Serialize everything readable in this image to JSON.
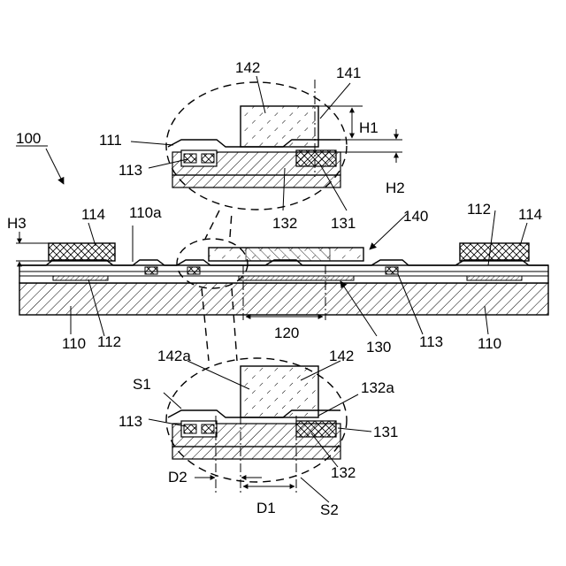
{
  "figure": {
    "reference_numeral": "100",
    "labels": {
      "l142_top": "142",
      "l141": "141",
      "lH1": "H1",
      "l111": "111",
      "l113_top": "113",
      "lH2": "H2",
      "l132_top": "132",
      "l131_top": "131",
      "lH3": "H3",
      "l114_left": "114",
      "l110a": "110a",
      "l140": "140",
      "l112_right": "112",
      "l114_right": "114",
      "l110_left": "110",
      "l112_left": "112",
      "l120": "120",
      "l130": "130",
      "l113_mid": "113",
      "l110_right": "110",
      "l142a": "142a",
      "l142_bottom": "142",
      "lS1": "S1",
      "l132a": "132a",
      "l113_bottom": "113",
      "l131_bottom": "131",
      "l132_bottom": "132",
      "lD2": "D2",
      "lD1": "D1",
      "lS2": "S2"
    }
  },
  "colors": {
    "ink": "#000000",
    "paper": "#ffffff"
  }
}
